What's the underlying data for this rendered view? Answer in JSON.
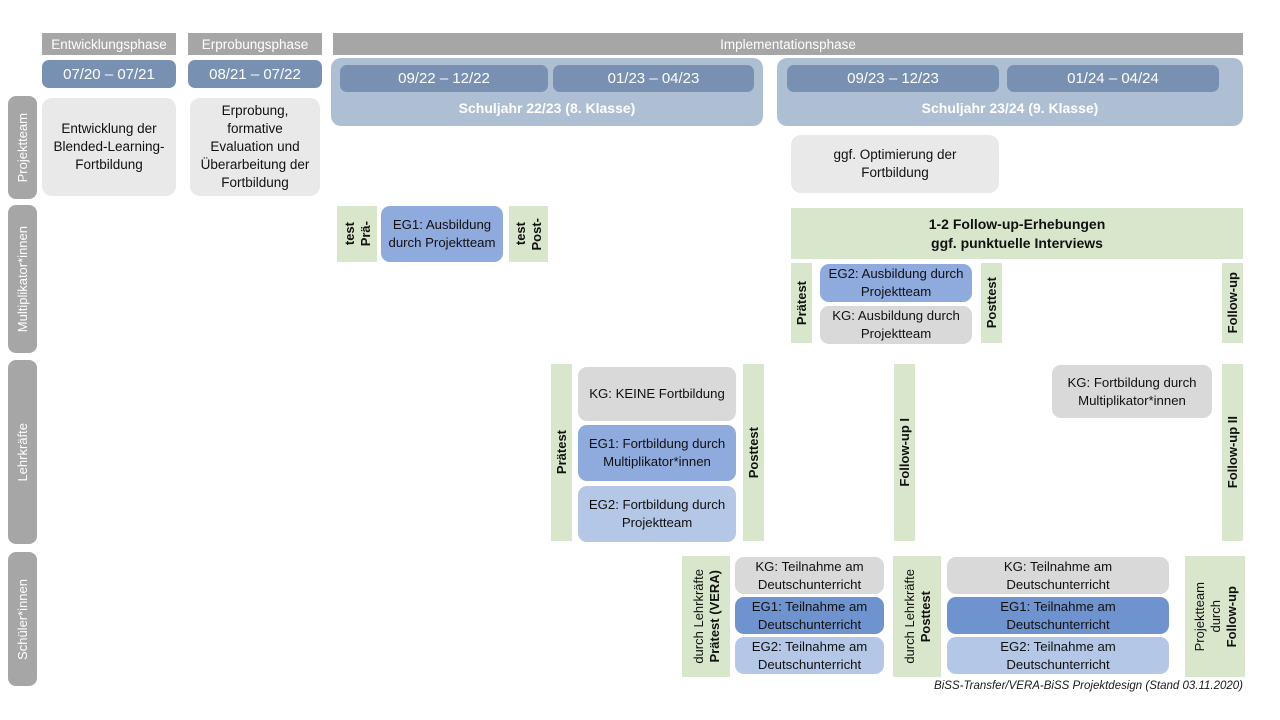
{
  "diagram": {
    "title": "BiSS-Transfer/VERA-BiSS Projektdesign",
    "footer": "BiSS-Transfer/VERA-BiSS Projektdesign (Stand 03.11.2020)",
    "colors": {
      "phase_header": "#a6a6a6",
      "period": "#7891b2",
      "school_year": "#aebed3",
      "gray_card": "#e9e9e9",
      "gray_card_small": "#d9d9d9",
      "blue_eg1_mid": "#8faadc",
      "blue_eg1_dark": "#6f93ce",
      "blue_eg2_light": "#b4c7e7",
      "green_test": "#d8e7cb"
    }
  },
  "phases": [
    {
      "label": "Entwicklungsphase"
    },
    {
      "label": "Erprobungsphase"
    },
    {
      "label": "Implementationsphase"
    }
  ],
  "periods": [
    {
      "label": "07/20 – 07/21"
    },
    {
      "label": "08/21 – 07/22"
    },
    {
      "label": "09/22 – 12/22"
    },
    {
      "label": "01/23 – 04/23"
    },
    {
      "label": "09/23 – 12/23"
    },
    {
      "label": "01/24 – 04/24"
    }
  ],
  "school_years": [
    {
      "label": "Schuljahr 22/23 (8. Klasse)"
    },
    {
      "label": "Schuljahr 23/24 (9. Klasse)"
    }
  ],
  "swimlanes": [
    {
      "label": "Projektteam"
    },
    {
      "label": "Multiplikator*innen"
    },
    {
      "label": "Lehrkräfte"
    },
    {
      "label": "Schüler*innen"
    }
  ],
  "projektteam": {
    "entwicklung": "Entwicklung der Blended-Learning-Fortbildung",
    "erprobung": "Erprobung, formative Evaluation und Überarbeitung der Fortbildung",
    "optimierung": "ggf. Optimierung der Fortbildung"
  },
  "multiplikatoren": {
    "praetest_1_line1": "Prä-",
    "praetest_1_line2": "test",
    "eg1_ausbildung": "EG1: Ausbildung durch Projektteam",
    "posttest_1_line1": "Post-",
    "posttest_1_line2": "test",
    "followup_banner_line1": "1-2 Follow-up-Erhebungen",
    "followup_banner_line2": "ggf. punktuelle Interviews",
    "praetest_2": "Prätest",
    "eg2_ausbildung": "EG2: Ausbildung durch Projektteam",
    "kg_ausbildung": "KG: Ausbildung durch Projektteam",
    "posttest_2": "Posttest",
    "followup": "Follow-up"
  },
  "lehrkraefte": {
    "praetest": "Prätest",
    "kg_keine": "KG:  KEINE Fortbildung",
    "eg1_fortbildung": "EG1: Fortbildung durch Multiplikator*innen",
    "eg2_fortbildung": "EG2: Fortbildung durch Projektteam",
    "posttest": "Posttest",
    "followup_1": "Follow-up I",
    "kg_fortbildung": "KG: Fortbildung durch Multiplikator*innen",
    "followup_2": "Follow-up II"
  },
  "schuelerinnen": {
    "praetest_main": "Prätest (VERA)",
    "praetest_sub": "durch Lehrkräfte",
    "left_boxes": [
      {
        "label": "KG: Teilnahme am Deutschunterricht",
        "style": "gray"
      },
      {
        "label": "EG1: Teilnahme am Deutschunterricht",
        "style": "blue-dark"
      },
      {
        "label": "EG2: Teilnahme am Deutschunterricht",
        "style": "blue-light"
      }
    ],
    "posttest_main": "Posttest",
    "posttest_sub": "durch Lehrkräfte",
    "right_boxes": [
      {
        "label": "KG: Teilnahme am Deutschunterricht",
        "style": "gray"
      },
      {
        "label": "EG1: Teilnahme am Deutschunterricht",
        "style": "blue-dark"
      },
      {
        "label": "EG2: Teilnahme am Deutschunterricht",
        "style": "blue-light"
      }
    ],
    "followup_main": "Follow-up",
    "followup_sub1": "durch",
    "followup_sub2": "Projektteam"
  }
}
